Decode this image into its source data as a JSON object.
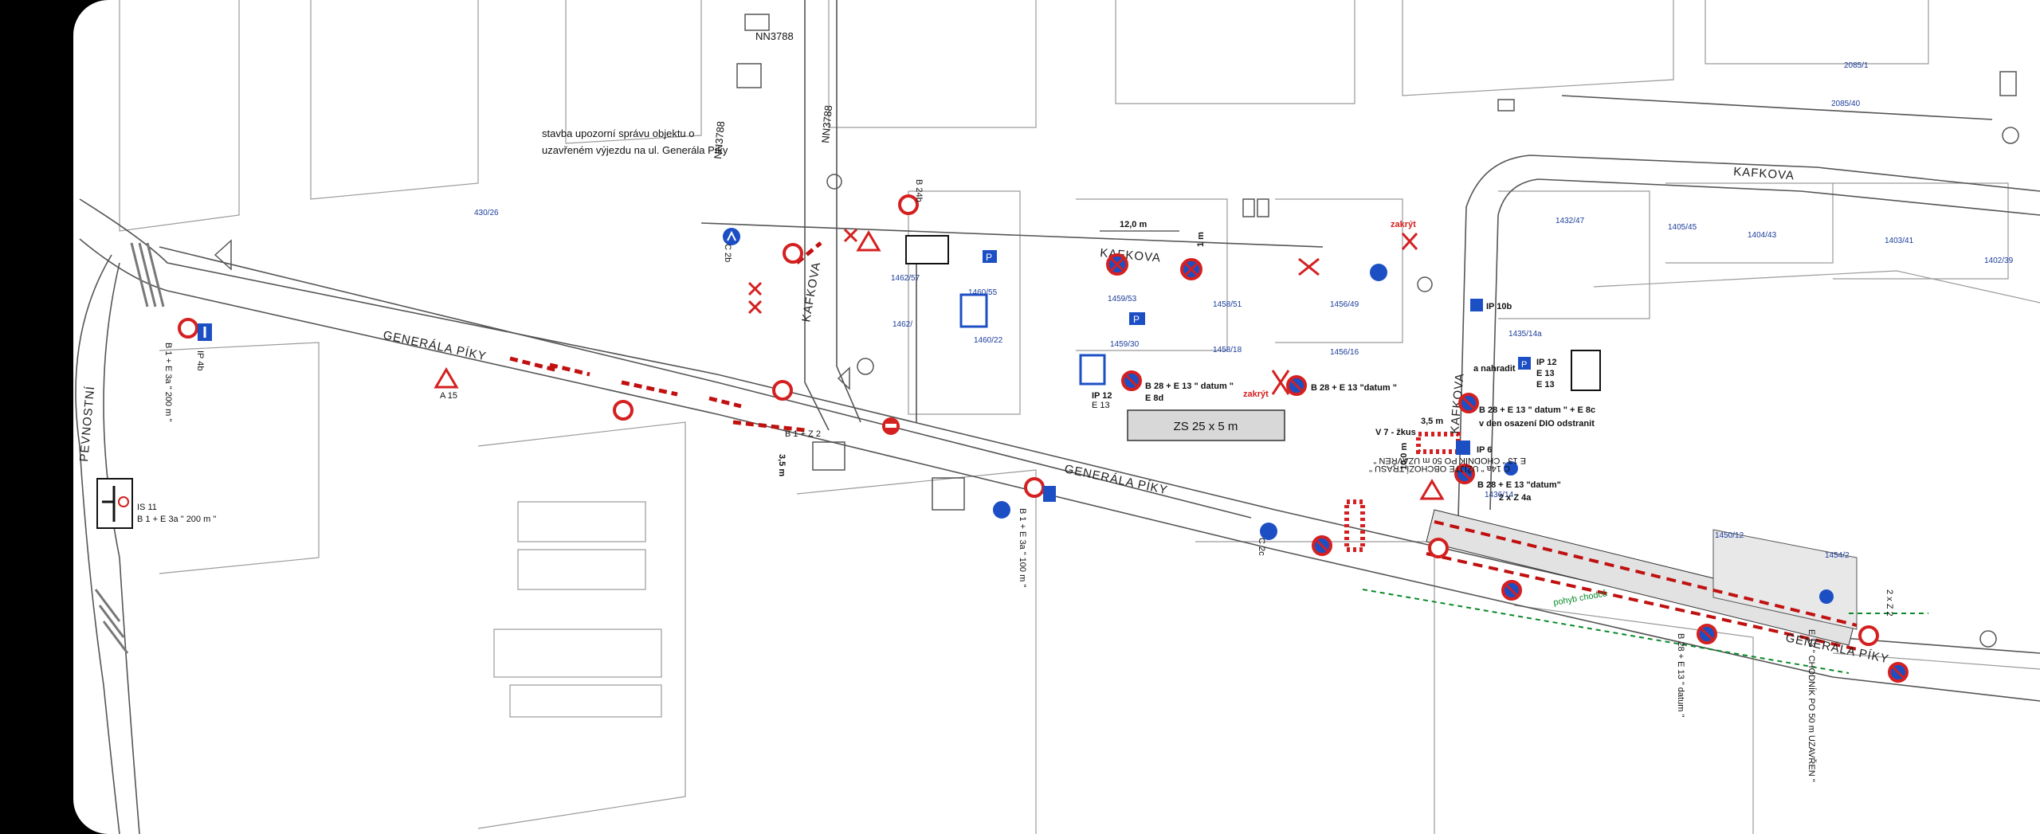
{
  "streets": {
    "generala_piky": "GENERÁLA PÍKY",
    "kafkova": "KAFKOVA",
    "pevnostni": "PEVNOSTNÍ"
  },
  "cables": [
    "NN3788",
    "NN3788",
    "NN3788"
  ],
  "parcels": [
    "430/26",
    "1462/57",
    "1462/",
    "1460/55",
    "1460/22",
    "1459/53",
    "1459/30",
    "1458/51",
    "1458/18",
    "1456/49",
    "1456/16",
    "1432/47",
    "1405/45",
    "1404/43",
    "1403/41",
    "1402/39",
    "1435/14a",
    "1436/14",
    "1450/12",
    "1454/2",
    "2085/1",
    "2085/40"
  ],
  "zone_label": "ZS 25 x 5 m",
  "notes": {
    "stavba_line1": "stavba upozorní správu objektu o",
    "stavba_line2": "uzavřeném výjezdu na ul. Generála Píky",
    "is11_code": "IS 11",
    "is11_text": "B 1 + E 3a \" 200 m \"",
    "b28_datum_e8d": "B 28 + E 13 \" datum \"",
    "e8d": "E 8d",
    "b28_datum_2": "B 28 + E 13 \"datum \"",
    "zakryt": "zakrýt",
    "zakryt2": "zakrýt",
    "a_nahradit": "a nahradit",
    "b28_e8c": "B 28 + E 13 \" datum \" + E 8c",
    "v_den_osazeni": "v den osazení DIO odstranit",
    "b28_datum_3": "B 28 + E 13 \"datum\"",
    "ip6": "IP 6",
    "ip10b": "IP 10b",
    "ip12": "IP 12",
    "e13a": "E 13",
    "e13b": "E 13",
    "v7_zkus": "V 7 - žkus",
    "c14a": "C 14a \" UŽIJTE OBCHOZÍ TRASU \"",
    "e13_chodnik": "E 13 \" CHODNÍK PO 50 m UZAVŘEN \"",
    "rozmer_12m": "12,0 m",
    "rozmer_35m": "3,5 m",
    "rozmer_35m_b": "3,5 m",
    "rozmer_10m": "10,0 m",
    "rozmer_1m": "1 m",
    "b1_z2": "B 1 + Z 2",
    "b1_e3a_200": "B 1 + E 3a \" 200 m \"",
    "b1_e3a_100": "B 1 + E 3a \" 100 m \"",
    "c2b": "C 2b",
    "c2c": "C 2c",
    "b24b": "B 24b",
    "ip4b": "IP 4b",
    "a15": "A 15",
    "z2_x_z4a": "2 x Z 4a",
    "pohyb_chodcu": "pohyb chodců",
    "z2x": "2 x Z 2",
    "ip12b": "IP 12",
    "e13c": "E 13",
    "b28_e13_d": "B 28 + E 13 \" datum \"",
    "chodnik_obchod": "E 13 \" CHODNÍK PO 50 m UZAVŘEN \""
  },
  "colors": {
    "sign_red": "#d42020",
    "sign_blue": "#1d4fc4",
    "parcel_text": "#1a3c9a",
    "footpath": "#0a8a2a",
    "line": "#8a8a8a"
  }
}
